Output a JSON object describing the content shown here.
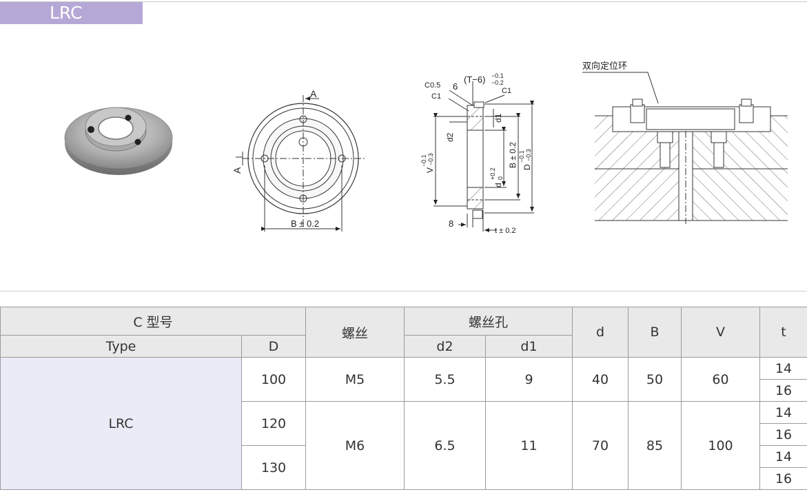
{
  "header": {
    "title": "LRC"
  },
  "drawings": {
    "front_view": {
      "section_mark": "A",
      "dim_b": "B ± 0.2"
    },
    "section_view": {
      "chamfer_small": "C0.5",
      "chamfer_c1_left": "C1",
      "chamfer_c1_right": "C1",
      "dim_6": "6",
      "dim_t6": "(T−6)",
      "tol_t6_upper": "−0.1",
      "tol_t6_lower": "−0.2",
      "dim_d1": "d1",
      "dim_d2": "d2",
      "dim_v": "V",
      "tol_v_upper": "−0.1",
      "tol_v_lower": "−0.3",
      "dim_d": "d",
      "tol_d_upper": "+0.2",
      "tol_d_lower": "0",
      "dim_b": "B ± 0.2",
      "dim_D": "D",
      "tol_D_upper": "−0.1",
      "tol_D_lower": "−0.3",
      "dim_8": "8",
      "dim_t": "t ± 0.2"
    },
    "assembly_view": {
      "callout": "双向定位环"
    }
  },
  "table": {
    "headers": {
      "c_model": "C 型号",
      "type": "Type",
      "D": "D",
      "screw": "螺丝",
      "screw_hole": "螺丝孔",
      "d2": "d2",
      "d1": "d1",
      "d": "d",
      "B": "B",
      "V": "V",
      "t": "t"
    },
    "type_value": "LRC",
    "groups": [
      {
        "D": "100",
        "screw": "M5",
        "d2": "5.5",
        "d1": "9",
        "d": "40",
        "B": "50",
        "V": "60",
        "t": [
          "14",
          "16"
        ]
      },
      {
        "D": "120",
        "screw": "M6",
        "d2": "6.5",
        "d1": "11",
        "d": "70",
        "B": "85",
        "V": "100",
        "t": [
          "14",
          "16"
        ]
      },
      {
        "D": "130",
        "t": [
          "14",
          "16"
        ]
      }
    ]
  }
}
